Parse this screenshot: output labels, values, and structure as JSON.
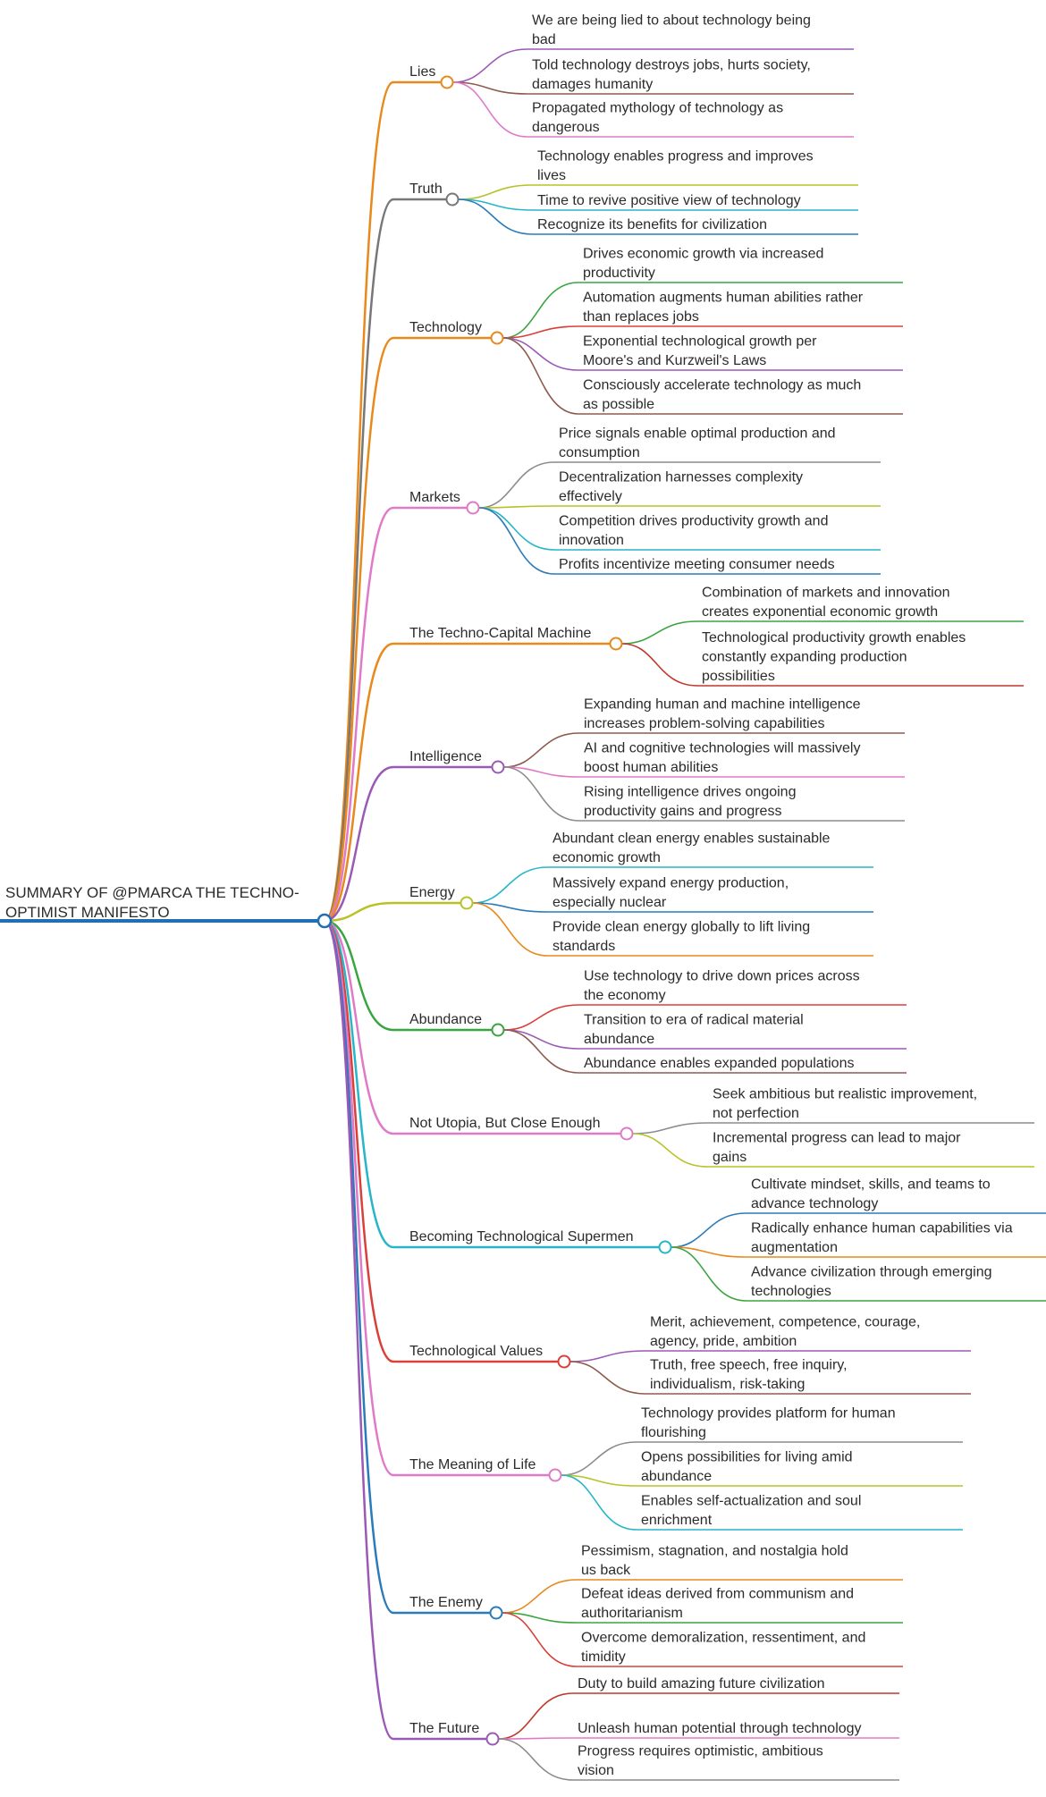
{
  "root": {
    "label_lines": [
      "SUMMARY OF @PMARCA THE TECHNO-",
      "OPTIMIST MANIFESTO"
    ],
    "color": "#1f6fb2"
  },
  "branches": [
    {
      "label": "Lies",
      "color": "#e8891c",
      "leaves": [
        {
          "lines": [
            "We are being lied to about technology being",
            "bad"
          ],
          "color": "#9b59b6"
        },
        {
          "lines": [
            "Told technology destroys jobs, hurts society,",
            "damages humanity"
          ],
          "color": "#8e5a4e"
        },
        {
          "lines": [
            "Propagated mythology of technology as",
            "dangerous"
          ],
          "color": "#e07ac8"
        }
      ]
    },
    {
      "label": "Truth",
      "color": "#777777",
      "leaves": [
        {
          "lines": [
            "Technology enables progress and improves",
            "lives"
          ],
          "color": "#b8c226"
        },
        {
          "lines": [
            "Time to revive positive view of technology"
          ],
          "color": "#26b6c8"
        },
        {
          "lines": [
            "Recognize its benefits for civilization"
          ],
          "color": "#2b7bb9"
        }
      ]
    },
    {
      "label": "Technology",
      "color": "#e8891c",
      "leaves": [
        {
          "lines": [
            "Drives economic growth via increased",
            "productivity"
          ],
          "color": "#3aa540"
        },
        {
          "lines": [
            "Automation augments human abilities rather",
            "than replaces jobs"
          ],
          "color": "#d9403a"
        },
        {
          "lines": [
            "Exponential technological growth per",
            "Moore's and Kurzweil's Laws"
          ],
          "color": "#9b59b6"
        },
        {
          "lines": [
            "Consciously accelerate technology as much",
            "as possible"
          ],
          "color": "#8e5a4e"
        }
      ]
    },
    {
      "label": "Markets",
      "color": "#e07ac8",
      "leaves": [
        {
          "lines": [
            "Price signals enable optimal production and",
            "consumption"
          ],
          "color": "#8c8c8c"
        },
        {
          "lines": [
            "Decentralization harnesses complexity",
            "effectively"
          ],
          "color": "#b8c226"
        },
        {
          "lines": [
            "Competition drives productivity growth and",
            "innovation"
          ],
          "color": "#26b6c8"
        },
        {
          "lines": [
            "Profits incentivize meeting consumer needs"
          ],
          "color": "#2b7bb9"
        }
      ]
    },
    {
      "label": "The Techno-Capital Machine",
      "color": "#e8891c",
      "leaves": [
        {
          "lines": [
            "Combination of markets and innovation",
            "creates exponential economic growth"
          ],
          "color": "#3aa540"
        },
        {
          "lines": [
            "Technological productivity growth enables",
            "constantly expanding production",
            "possibilities"
          ],
          "color": "#c0392b"
        }
      ]
    },
    {
      "label": "Intelligence",
      "color": "#9b59b6",
      "leaves": [
        {
          "lines": [
            "Expanding human and machine intelligence",
            "increases problem-solving capabilities"
          ],
          "color": "#8e5a4e"
        },
        {
          "lines": [
            "AI and cognitive technologies will massively",
            "boost human abilities"
          ],
          "color": "#e07ac8"
        },
        {
          "lines": [
            "Rising intelligence drives ongoing",
            "productivity gains and progress"
          ],
          "color": "#8c8c8c"
        }
      ]
    },
    {
      "label": "Energy",
      "color": "#b8c226",
      "leaves": [
        {
          "lines": [
            "Abundant clean energy enables sustainable",
            "economic growth"
          ],
          "color": "#26b6c8"
        },
        {
          "lines": [
            "Massively expand energy production,",
            "especially nuclear"
          ],
          "color": "#2b7bb9"
        },
        {
          "lines": [
            "Provide clean energy globally to lift living",
            "standards"
          ],
          "color": "#e8891c"
        }
      ]
    },
    {
      "label": "Abundance",
      "color": "#3aa540",
      "leaves": [
        {
          "lines": [
            "Use technology to drive down prices across",
            "the economy"
          ],
          "color": "#d9403a"
        },
        {
          "lines": [
            "Transition to era of radical material",
            "abundance"
          ],
          "color": "#9b59b6"
        },
        {
          "lines": [
            "Abundance enables expanded populations"
          ],
          "color": "#8e5a4e"
        }
      ]
    },
    {
      "label": "Not Utopia, But Close Enough",
      "color": "#e07ac8",
      "leaves": [
        {
          "lines": [
            "Seek ambitious but realistic improvement,",
            "not perfection"
          ],
          "color": "#8c8c8c"
        },
        {
          "lines": [
            "Incremental progress can lead to major",
            "gains"
          ],
          "color": "#b8c226"
        }
      ]
    },
    {
      "label": "Becoming Technological Supermen",
      "color": "#26b6c8",
      "leaves": [
        {
          "lines": [
            "Cultivate mindset, skills, and teams to",
            "advance technology"
          ],
          "color": "#2b7bb9"
        },
        {
          "lines": [
            "Radically enhance human capabilities via",
            "augmentation"
          ],
          "color": "#e8891c"
        },
        {
          "lines": [
            "Advance civilization through emerging",
            "technologies"
          ],
          "color": "#3aa540"
        }
      ]
    },
    {
      "label": "Technological Values",
      "color": "#d9403a",
      "leaves": [
        {
          "lines": [
            "Merit, achievement, competence, courage,",
            "agency, pride, ambition"
          ],
          "color": "#9b59b6"
        },
        {
          "lines": [
            "Truth, free speech, free inquiry,",
            "individualism, risk-taking"
          ],
          "color": "#8e5a4e"
        }
      ]
    },
    {
      "label": "The Meaning of Life",
      "color": "#e07ac8",
      "leaves": [
        {
          "lines": [
            "Technology provides platform for human",
            "flourishing"
          ],
          "color": "#8c8c8c"
        },
        {
          "lines": [
            "Opens possibilities for living amid",
            "abundance"
          ],
          "color": "#b8c226"
        },
        {
          "lines": [
            "Enables self-actualization and soul",
            "enrichment"
          ],
          "color": "#26b6c8"
        }
      ]
    },
    {
      "label": "The Enemy",
      "color": "#2b7bb9",
      "leaves": [
        {
          "lines": [
            "Pessimism, stagnation, and nostalgia hold",
            "us back"
          ],
          "color": "#e8891c"
        },
        {
          "lines": [
            "Defeat ideas derived from communism and",
            "authoritarianism"
          ],
          "color": "#3aa540"
        },
        {
          "lines": [
            "Overcome demoralization, ressentiment, and",
            "timidity"
          ],
          "color": "#d9403a"
        }
      ]
    },
    {
      "label": "The Future",
      "color": "#9b59b6",
      "leaves": [
        {
          "lines": [
            "Duty to build amazing future civilization"
          ],
          "color": "#c0392b"
        },
        {
          "lines": [
            "Unleash human potential through technology"
          ],
          "color": "#e07ac8"
        },
        {
          "lines": [
            "Progress requires optimistic, ambitious",
            "vision"
          ],
          "color": "#8c8c8c"
        }
      ]
    }
  ]
}
